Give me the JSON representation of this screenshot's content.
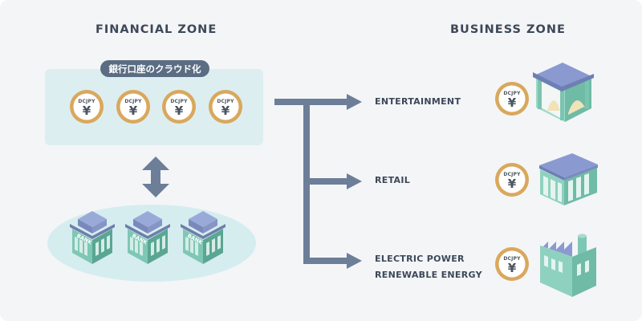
{
  "financial_zone": {
    "title": "FINANCIAL ZONE",
    "account_label": "銀行口座のクラウド化",
    "coins": [
      "DCJPY",
      "DCJPY",
      "DCJPY",
      "DCJPY"
    ],
    "coin_symbol": "¥",
    "banks": [
      "BANK",
      "BANK",
      "BANK"
    ]
  },
  "business_zone": {
    "title": "BUSINESS ZONE",
    "items": [
      {
        "label_lines": [
          "ENTERTAINMENT"
        ],
        "coin": "DCJPY",
        "icon": "amusement-building-icon"
      },
      {
        "label_lines": [
          "RETAIL"
        ],
        "coin": "DCJPY",
        "icon": "store-building-icon"
      },
      {
        "label_lines": [
          "ELECTRIC POWER",
          "RENEWABLE ENERGY"
        ],
        "coin": "DCJPY",
        "icon": "factory-icon"
      }
    ]
  },
  "colors": {
    "background": "#f4f5f7",
    "title_text": "#3d4858",
    "zone_panel": "#ddeef0",
    "label_pill": "#5b6d83",
    "arrow": "#6c7e98",
    "coin_ring": "#d9a85d",
    "coin_face": "#ffffff",
    "building_teal": "#7fc7b5",
    "building_roof": "#8a9ad1",
    "bank_ellipse": "#d6edf0"
  }
}
